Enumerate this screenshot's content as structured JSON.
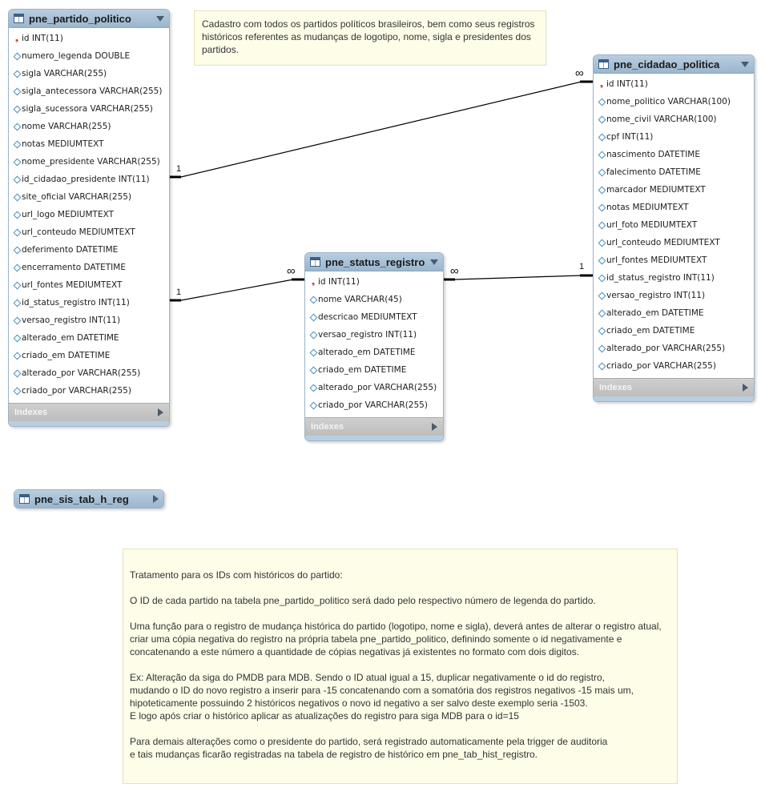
{
  "tables": {
    "partido": {
      "name": "pne_partido_politico",
      "indexes_label": "Indexes",
      "columns": [
        {
          "text": "id INT(11)",
          "pk": true
        },
        {
          "text": "numero_legenda DOUBLE"
        },
        {
          "text": "sigla VARCHAR(255)"
        },
        {
          "text": "sigla_antecessora VARCHAR(255)"
        },
        {
          "text": "sigla_sucessora VARCHAR(255)"
        },
        {
          "text": "nome VARCHAR(255)"
        },
        {
          "text": "notas MEDIUMTEXT"
        },
        {
          "text": "nome_presidente VARCHAR(255)"
        },
        {
          "text": "id_cidadao_presidente INT(11)"
        },
        {
          "text": "site_oficial VARCHAR(255)"
        },
        {
          "text": "url_logo MEDIUMTEXT"
        },
        {
          "text": "url_conteudo MEDIUMTEXT"
        },
        {
          "text": "deferimento DATETIME"
        },
        {
          "text": "encerramento DATETIME"
        },
        {
          "text": "url_fontes MEDIUMTEXT"
        },
        {
          "text": "id_status_registro INT(11)"
        },
        {
          "text": "versao_registro INT(11)"
        },
        {
          "text": "alterado_em DATETIME"
        },
        {
          "text": "criado_em DATETIME"
        },
        {
          "text": "alterado_por VARCHAR(255)"
        },
        {
          "text": "criado_por VARCHAR(255)"
        }
      ]
    },
    "status": {
      "name": "pne_status_registro",
      "indexes_label": "Indexes",
      "columns": [
        {
          "text": "id INT(11)",
          "pk": true
        },
        {
          "text": "nome VARCHAR(45)"
        },
        {
          "text": "descricao MEDIUMTEXT"
        },
        {
          "text": "versao_registro INT(11)"
        },
        {
          "text": "alterado_em DATETIME"
        },
        {
          "text": "criado_em DATETIME"
        },
        {
          "text": "alterado_por VARCHAR(255)"
        },
        {
          "text": "criado_por VARCHAR(255)"
        }
      ]
    },
    "cidadao": {
      "name": "pne_cidadao_politica",
      "indexes_label": "Indexes",
      "columns": [
        {
          "text": "id INT(11)",
          "pk": true
        },
        {
          "text": "nome_politico VARCHAR(100)"
        },
        {
          "text": "nome_civil VARCHAR(100)"
        },
        {
          "text": "cpf INT(11)"
        },
        {
          "text": "nascimento DATETIME"
        },
        {
          "text": "falecimento DATETIME"
        },
        {
          "text": "marcador MEDIUMTEXT"
        },
        {
          "text": "notas MEDIUMTEXT"
        },
        {
          "text": "url_foto MEDIUMTEXT"
        },
        {
          "text": "url_conteudo MEDIUMTEXT"
        },
        {
          "text": "url_fontes MEDIUMTEXT"
        },
        {
          "text": "id_status_registro INT(11)"
        },
        {
          "text": "versao_registro INT(11)"
        },
        {
          "text": "alterado_em DATETIME"
        },
        {
          "text": "criado_em DATETIME"
        },
        {
          "text": "alterado_por VARCHAR(255)"
        },
        {
          "text": "criado_por VARCHAR(255)"
        }
      ]
    },
    "sis": {
      "name": "pne_sis_tab_h_reg"
    }
  },
  "relations": {
    "r1": {
      "from": "1",
      "to": "∞"
    },
    "r2": {
      "from": "1",
      "to": "∞"
    },
    "r3": {
      "from": "∞",
      "to": "1"
    }
  },
  "notes": {
    "top": "Cadastro com todos os partidos políticos brasileiros, bem como seus registros históricos referentes as mudanças de logotipo, nome, sigla e presidentes dos partidos.",
    "bottom": {
      "p1": "Tratamento para os IDs com históricos do partido:",
      "p2": "O ID de cada partido na tabela pne_partido_politico será dado pelo respectivo número de legenda do partido.",
      "p3": "Uma função para o registro de mudança histórica do partido (logotipo, nome e sigla), deverá antes de alterar o registro atual,\ncriar uma cópia negativa do registro na própria tabela  pne_partido_politico, definindo somente o id negativamente e\nconcatenando a este número a quantidade de cópias negativas já existentes no formato com dois digitos.",
      "p4": "Ex: Alteração da siga do PMDB para MDB. Sendo o ID atual igual a 15, duplicar negativamente o id do registro,\nmudando o ID do novo registro a inserir para -15 concatenando com a somatória dos registros negativos -15 mais um,\nhipoteticamente possuindo 2 históricos negativos o novo id negativo a ser salvo deste exemplo seria -1503.\nE logo após criar o histórico aplicar as atualizações do registro para siga MDB para o id=15",
      "p5": "Para demais alterações como o presidente do partido, será registrado automaticamente pela trigger de auditoria\ne tais mudanças ficarão registradas na tabela de registro de histórico em pne_tab_hist_registro."
    }
  }
}
